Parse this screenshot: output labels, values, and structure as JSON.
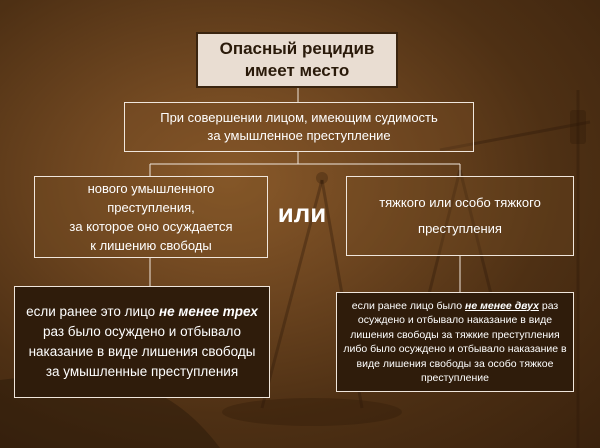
{
  "title": {
    "line1": "Опасный рецидив",
    "line2": "имеет место"
  },
  "condition": {
    "line1": "При совершении лицом, имеющим судимость",
    "line2": "за умышленное преступление"
  },
  "left_option": {
    "line1": "нового умышленного",
    "line2": "преступления,",
    "line3": "за которое оно осуждается",
    "line4": "к лишению свободы"
  },
  "connector_word": "или",
  "right_option": {
    "line1": "тяжкого или особо тяжкого",
    "line2": "преступления"
  },
  "left_detail": {
    "text_before": "если ранее это лицо ",
    "emphasis": "не менее трех",
    "text_after": "  раз было осуждено и отбывало наказание в виде лишения свободы за умышленные преступления"
  },
  "right_detail": {
    "text_before": "если ранее лицо было ",
    "emphasis": "не менее двух",
    "text_after": " раз осуждено и отбывало наказание в виде лишения свободы за тяжкие преступления либо было осуждено и отбывало наказание в виде лишения свободы за особо тяжкое преступление"
  },
  "colors": {
    "background": "#6e4620",
    "title_box": "#e9ddd2",
    "detail_box": "#2f1c0b",
    "lines": "#f0e6dc"
  }
}
